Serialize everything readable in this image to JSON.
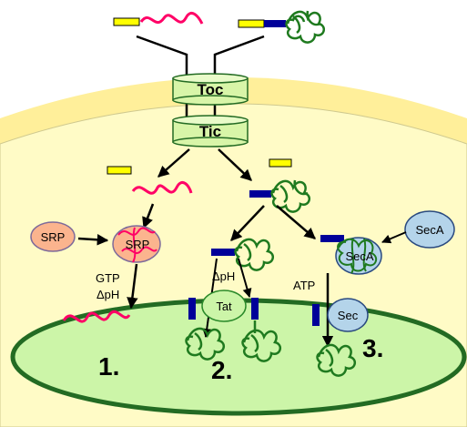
{
  "translocons": {
    "outer": "Toc",
    "inner": "Tic"
  },
  "srp": {
    "label": "SRP",
    "bound_label": "SRP",
    "energy_gtp": "GTP",
    "energy_dph": "ΔpH",
    "number": "1."
  },
  "tat": {
    "label": "Tat",
    "energy_dph": "ΔpH",
    "number": "2."
  },
  "sec": {
    "label": "Sec",
    "seca_free": "SecA",
    "seca_bound": "SecA",
    "energy_atp": "ATP",
    "number": "3."
  },
  "colors": {
    "cytosol": "#ffffff",
    "envelope": "#ffef9a",
    "stroma": "#fffbc6",
    "thylakoid": "#ccf5a8",
    "translocon": "#d8f5a8",
    "transit_peptide": "#ffff00",
    "signal_peptide": "#000099",
    "unfolded_protein": "#ff0066",
    "folded_protein": "#1f7a1f",
    "srp": "#fbb48e",
    "sec": "#b4d4ea"
  }
}
